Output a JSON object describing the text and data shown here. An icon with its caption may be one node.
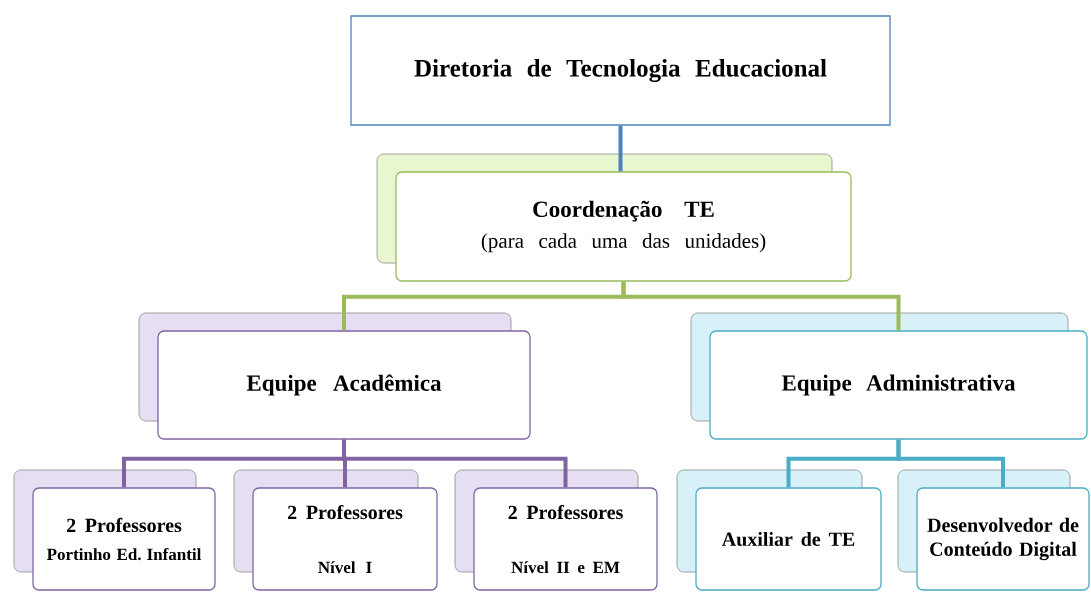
{
  "diagram": {
    "nodes": [
      {
        "text": [
          "Diretoria de Tecnologia Educacional"
        ]
      },
      {
        "text": [
          "Coordenação TE",
          "(para cada uma das unidades)"
        ]
      },
      {
        "text": [
          "Equipe Acadêmica"
        ]
      },
      {
        "text": [
          "Equipe Administrativa"
        ]
      },
      {
        "text": [
          "2 Professores",
          "Portinho Ed. Infantil"
        ]
      },
      {
        "text": [
          "2 Professores",
          "Nível I"
        ]
      },
      {
        "text": [
          "2 Professores",
          "Nível II e EM"
        ]
      },
      {
        "text": [
          "Auxiliar de TE"
        ]
      },
      {
        "text": [
          "Desenvolvedor de Conteúdo Digital"
        ]
      }
    ],
    "edges": [
      {
        "from": 0,
        "to": 1,
        "arrow": "none",
        "color": "#4f81bd"
      },
      {
        "from": 1,
        "to": 2,
        "arrow": "none",
        "color": "#9bbb59"
      },
      {
        "from": 1,
        "to": 3,
        "arrow": "none",
        "color": "#9bbb59"
      },
      {
        "from": 2,
        "to": 4,
        "arrow": "none",
        "color": "#8064a2"
      },
      {
        "from": 2,
        "to": 5,
        "arrow": "none",
        "color": "#8064a2"
      },
      {
        "from": 2,
        "to": 6,
        "arrow": "none",
        "color": "#8064a2"
      },
      {
        "from": 3,
        "to": 7,
        "arrow": "none",
        "color": "#4bacc6"
      },
      {
        "from": 3,
        "to": 8,
        "arrow": "none",
        "color": "#4bacc6"
      }
    ]
  }
}
